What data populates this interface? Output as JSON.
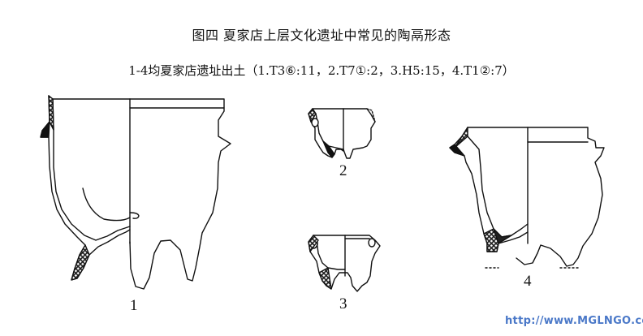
{
  "figure": {
    "title": "图四  夏家店上层文化遗址中常见的陶鬲形态",
    "subtitle": "1-4均夏家店遗址出土（1.T3⑥:11，2.T7①:2，3.H5:15，4.T1②:7）",
    "labels": [
      "1",
      "2",
      "3",
      "4"
    ]
  },
  "watermark": "http://www.MGLNGO.com"
}
